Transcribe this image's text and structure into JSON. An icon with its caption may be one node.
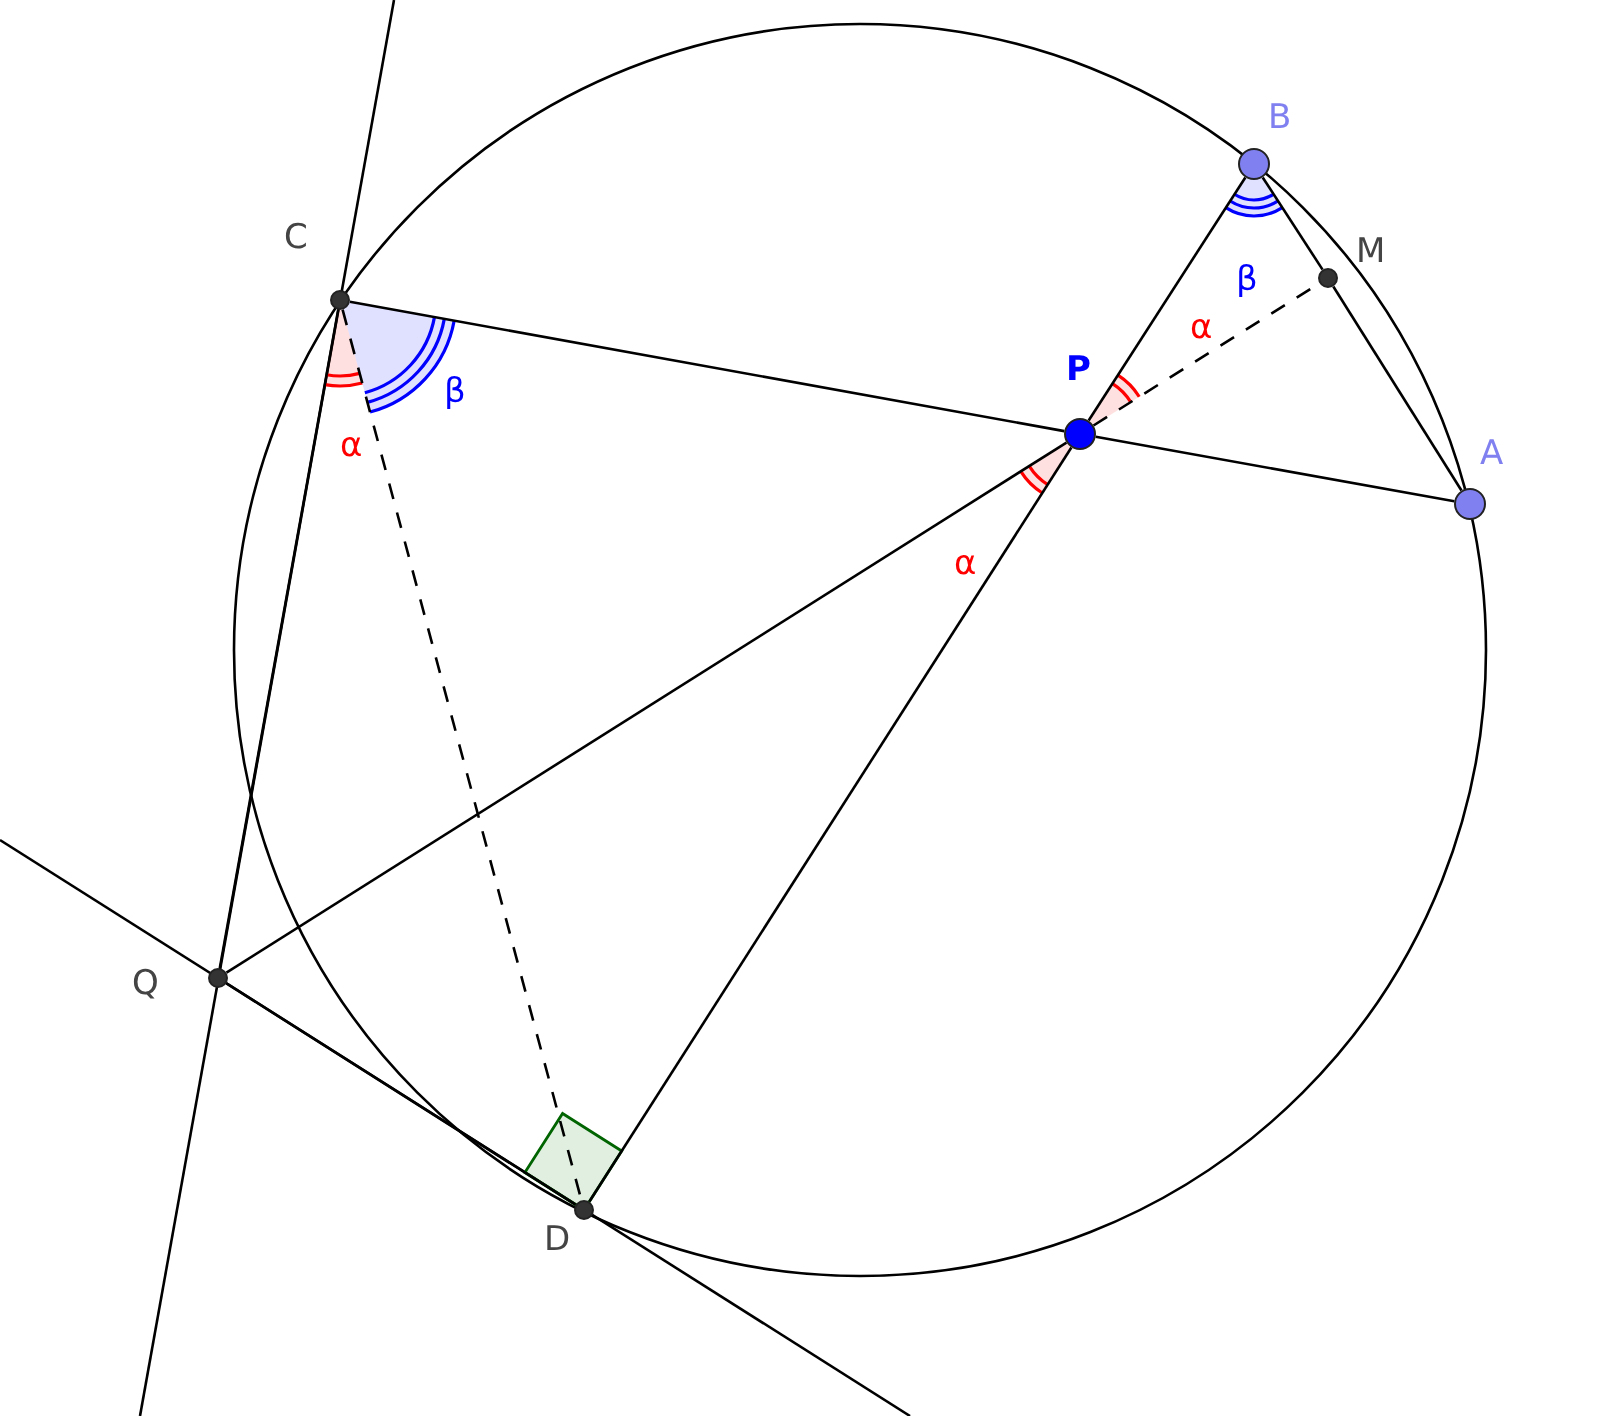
{
  "diagram": {
    "nodes": [
      {
        "text": [],
        "shape": "circle",
        "beside": [
          "B"
        ]
      },
      {
        "text": [],
        "shape": "circle",
        "beside": [
          "M"
        ]
      },
      {
        "text": [],
        "shape": "circle",
        "beside": [
          "C"
        ]
      },
      {
        "text": [],
        "shape": "circle",
        "beside": [
          "P"
        ]
      },
      {
        "text": [],
        "shape": "circle",
        "beside": [
          "A"
        ]
      },
      {
        "text": [],
        "shape": "circle",
        "beside": [
          "Q"
        ]
      },
      {
        "text": [],
        "shape": "circle",
        "beside": [
          "D"
        ]
      }
    ],
    "edges": [
      {
        "from": 2,
        "to": 3,
        "arrow": "none"
      },
      {
        "from": 3,
        "to": 4,
        "arrow": "none"
      },
      {
        "from": 0,
        "to": 3,
        "arrow": "none"
      },
      {
        "from": 3,
        "to": 5,
        "arrow": "none"
      },
      {
        "from": 3,
        "to": 6,
        "arrow": "none"
      },
      {
        "from": 2,
        "to": 6,
        "arrow": "none",
        "style": "dashed"
      },
      {
        "from": 3,
        "to": 1,
        "arrow": "none",
        "style": "dashed"
      },
      {
        "from": 0,
        "to": 1,
        "arrow": "none"
      },
      {
        "from": 1,
        "to": 4,
        "arrow": "none"
      },
      {
        "from": 5,
        "to": 2,
        "arrow": "none"
      },
      {
        "from": 5,
        "to": 6,
        "arrow": "none"
      }
    ],
    "labels": [
      "β",
      "α",
      "β",
      "α",
      "α"
    ]
  }
}
